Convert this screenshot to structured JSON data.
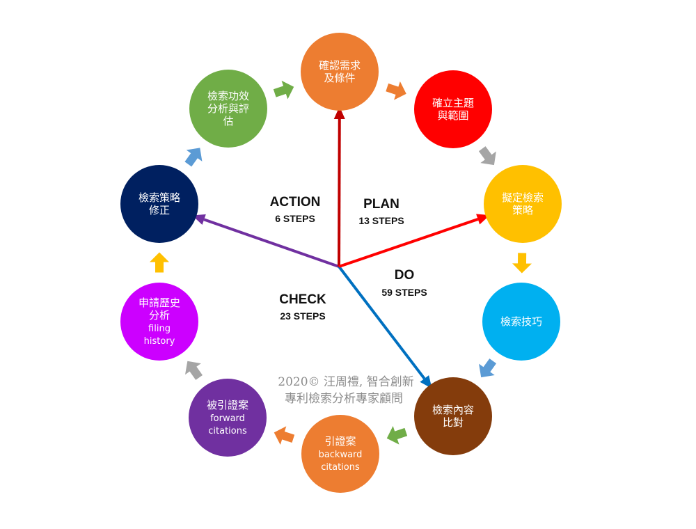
{
  "nodes": [
    {
      "id": "confirm-needs",
      "lines": [
        "確認需求",
        "及條件"
      ],
      "color": "#ED7D31"
    },
    {
      "id": "topic-scope",
      "lines": [
        "確立主題",
        "與範圍"
      ],
      "color": "#FF0000"
    },
    {
      "id": "draft-strategy",
      "lines": [
        "擬定檢索",
        "策略"
      ],
      "color": "#FFC000"
    },
    {
      "id": "search-tips",
      "lines": [
        "檢索技巧"
      ],
      "color": "#00B0F0"
    },
    {
      "id": "content-compare",
      "lines": [
        "檢索內容",
        "比對"
      ],
      "color": "#843C0C"
    },
    {
      "id": "backward-citations",
      "lines": [
        "引證案"
      ],
      "sub": [
        "backward",
        "citations"
      ],
      "color": "#ED7D31"
    },
    {
      "id": "forward-citations",
      "lines": [
        "被引證案"
      ],
      "sub": [
        "forward",
        "citations"
      ],
      "color": "#7030A0"
    },
    {
      "id": "filing-history",
      "lines": [
        "申請歷史",
        "分析"
      ],
      "sub": [
        "filing",
        "history"
      ],
      "color": "#CC00FF"
    },
    {
      "id": "strategy-revision",
      "lines": [
        "檢索策略",
        "修正"
      ],
      "color": "#002060"
    },
    {
      "id": "effectiveness-analysis",
      "lines": [
        "檢索功效",
        "分析與評",
        "估"
      ],
      "color": "#70AD47"
    }
  ],
  "flow_arrows": [
    {
      "from": "confirm-needs",
      "to": "topic-scope",
      "color": "#ED7D31"
    },
    {
      "from": "topic-scope",
      "to": "draft-strategy",
      "color": "#A5A5A5"
    },
    {
      "from": "draft-strategy",
      "to": "search-tips",
      "color": "#FFC000"
    },
    {
      "from": "search-tips",
      "to": "content-compare",
      "color": "#5B9BD5"
    },
    {
      "from": "content-compare",
      "to": "backward-citations",
      "color": "#70AD47"
    },
    {
      "from": "backward-citations",
      "to": "forward-citations",
      "color": "#ED7D31"
    },
    {
      "from": "forward-citations",
      "to": "filing-history",
      "color": "#A5A5A5"
    },
    {
      "from": "filing-history",
      "to": "strategy-revision",
      "color": "#FFC000"
    },
    {
      "from": "strategy-revision",
      "to": "effectiveness-analysis",
      "color": "#5B9BD5"
    },
    {
      "from": "effectiveness-analysis",
      "to": "confirm-needs",
      "color": "#70AD47"
    }
  ],
  "phases": [
    {
      "id": "action",
      "name": "ACTION",
      "steps": "6 STEPS",
      "color": "#7030A0",
      "target": "strategy-revision"
    },
    {
      "id": "plan",
      "name": "PLAN",
      "steps": "13 STEPS",
      "color": "#C00000",
      "target": "confirm-needs"
    },
    {
      "id": "do",
      "name": "DO",
      "steps": "59 STEPS",
      "color": "#0070C0",
      "target": "content-compare"
    },
    {
      "id": "check",
      "name": "CHECK",
      "steps": "23 STEPS",
      "color": "#111111",
      "target": ""
    }
  ],
  "red_arrow": {
    "color": "#FF0000",
    "target": "draft-strategy"
  },
  "copyright": [
    "2020© 汪周禮, 智合創新",
    "專利檢索分析專家顧問"
  ]
}
